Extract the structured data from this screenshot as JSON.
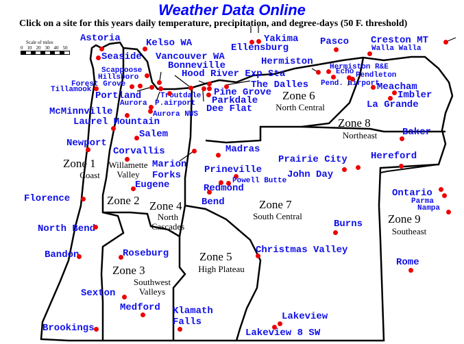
{
  "title": "Weather Data Online",
  "subtitle": "Click on a site for this years daily temperature, precipitation, and degree-days (50 F. threshold)",
  "scale": {
    "label": "Scale of miles",
    "ticks": [
      "0",
      "10",
      "20",
      "30",
      "40",
      "50"
    ]
  },
  "sites": [
    {
      "name": "Astoria"
    },
    {
      "name": "Kelso WA"
    },
    {
      "name": "Seaside"
    },
    {
      "name": "Vancouver WA"
    },
    {
      "name": "Bonneville"
    },
    {
      "name": "Hood River Exp Sta"
    },
    {
      "name": "Scappoose"
    },
    {
      "name": "Hillsboro"
    },
    {
      "name": "Forest Grove"
    },
    {
      "name": "Tillamook"
    },
    {
      "name": "Portland"
    },
    {
      "name": "Troutdale"
    },
    {
      "name": "Aurora"
    },
    {
      "name": "P.airport"
    },
    {
      "name": "Aurora NWS"
    },
    {
      "name": "McMinnville"
    },
    {
      "name": "Laurel Mountain"
    },
    {
      "name": "Pine Grove"
    },
    {
      "name": "Parkdale"
    },
    {
      "name": "Dee Flat"
    },
    {
      "name": "The Dalles"
    },
    {
      "name": "Hermiston"
    },
    {
      "name": "Hermiston R&E"
    },
    {
      "name": "Echo"
    },
    {
      "name": "Pendleton"
    },
    {
      "name": "Pend. airport"
    },
    {
      "name": "Yakima"
    },
    {
      "name": "Ellensburg"
    },
    {
      "name": "Pasco"
    },
    {
      "name": "Creston MT"
    },
    {
      "name": "Walla Walla"
    },
    {
      "name": "Meacham"
    },
    {
      "name": "Imbler"
    },
    {
      "name": "La Grande"
    },
    {
      "name": "Salem"
    },
    {
      "name": "Newport"
    },
    {
      "name": "Corvallis"
    },
    {
      "name": "Marion Forks"
    },
    {
      "name": "Eugene"
    },
    {
      "name": "Madras"
    },
    {
      "name": "Prineville"
    },
    {
      "name": "Powell Butte"
    },
    {
      "name": "Redmond"
    },
    {
      "name": "Bend"
    },
    {
      "name": "Prairie City"
    },
    {
      "name": "John Day"
    },
    {
      "name": "Baker"
    },
    {
      "name": "Hereford"
    },
    {
      "name": "Ontario"
    },
    {
      "name": "Parma"
    },
    {
      "name": "Nampa"
    },
    {
      "name": "Burns"
    },
    {
      "name": "Florence"
    },
    {
      "name": "North Bend"
    },
    {
      "name": "Bandon"
    },
    {
      "name": "Roseburg"
    },
    {
      "name": "Christmas Valley"
    },
    {
      "name": "Rome"
    },
    {
      "name": "Sexton"
    },
    {
      "name": "Medford"
    },
    {
      "name": "Klamath Falls"
    },
    {
      "name": "Lakeview"
    },
    {
      "name": "Lakeview 8 SW"
    },
    {
      "name": "Brookings"
    }
  ],
  "zones": [
    {
      "name": "Zone 1",
      "region": "Coast"
    },
    {
      "name": "Zone 2",
      "region": "Willamette Valley"
    },
    {
      "name": "Zone 3",
      "region": "Southwest Valleys"
    },
    {
      "name": "Zone 4",
      "region": "North Cascades"
    },
    {
      "name": "Zone 5",
      "region": "High Plateau"
    },
    {
      "name": "Zone 6",
      "region": "North Central"
    },
    {
      "name": "Zone 7",
      "region": "South Central"
    },
    {
      "name": "Zone 8",
      "region": "Northeast"
    },
    {
      "name": "Zone 9",
      "region": "Southeast"
    }
  ],
  "colors": {
    "label": "#1010e8",
    "dot": "#ee0000"
  }
}
